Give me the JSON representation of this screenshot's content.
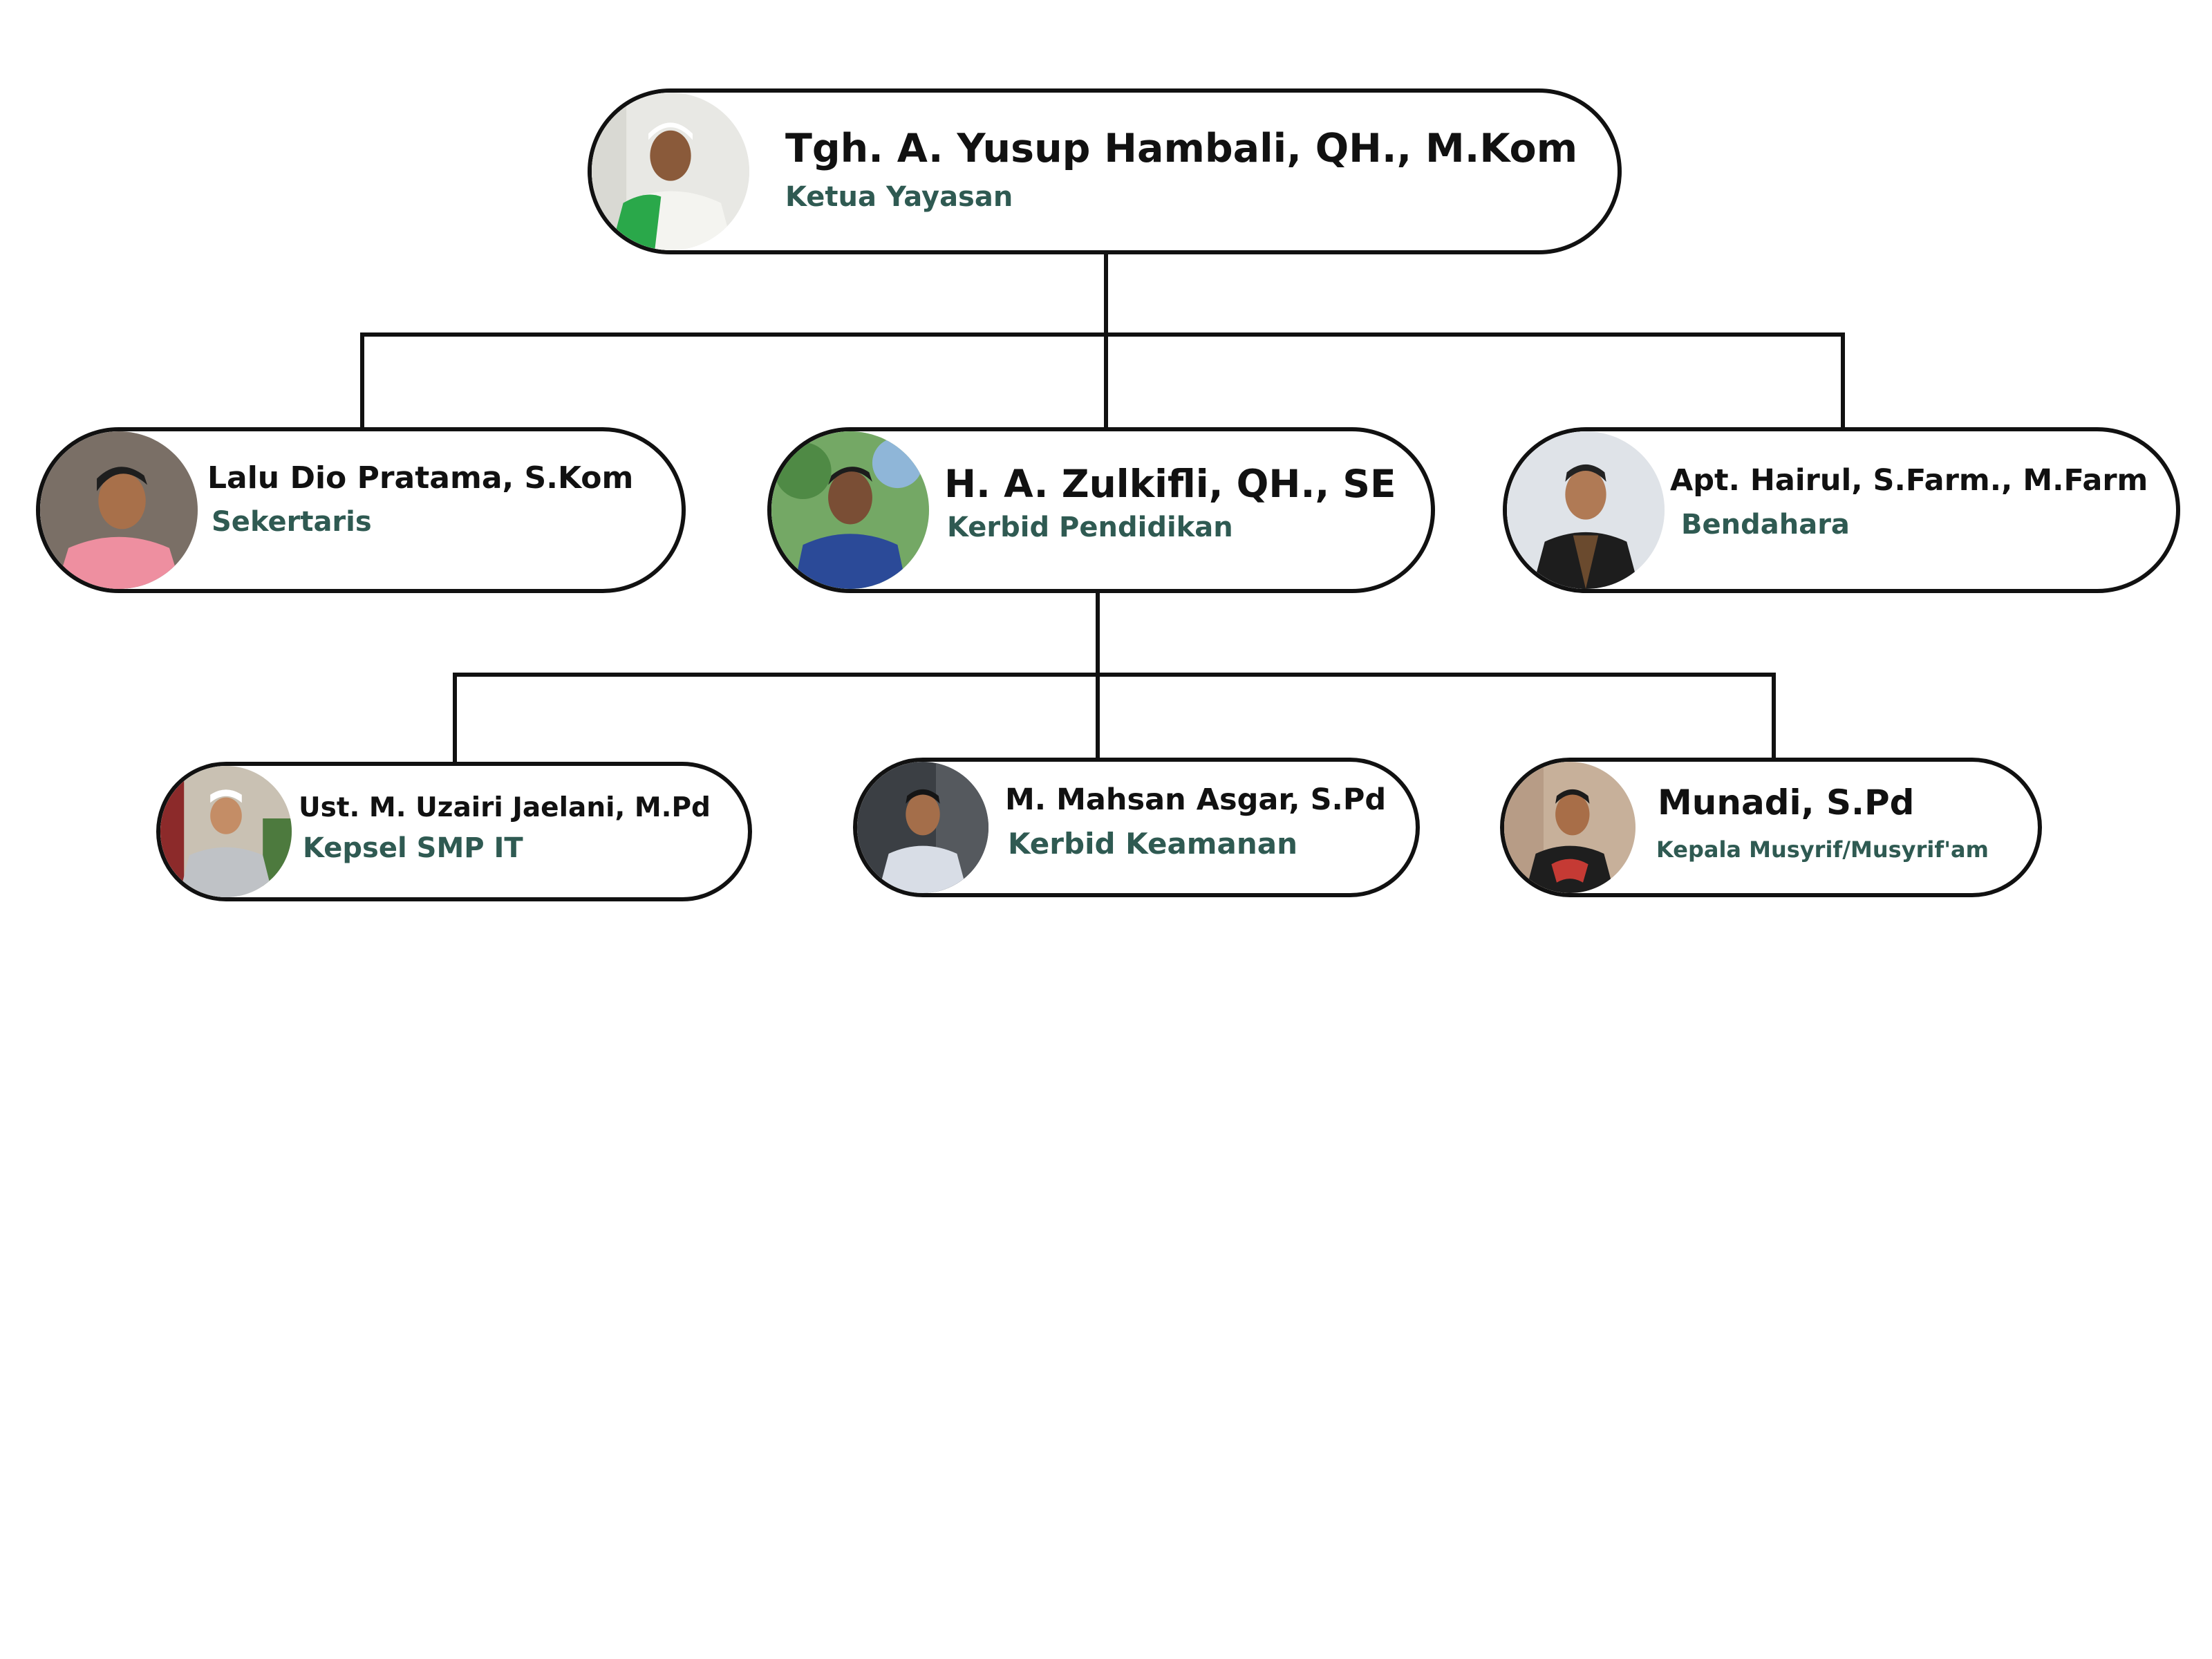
{
  "colors": {
    "line": "#111111",
    "role_text": "#2f5a52",
    "name_text": "#111111"
  },
  "chair": {
    "name": "Tgh. A. Yusup Hambali, QH., M.Kom",
    "role": "Ketua Yayasan"
  },
  "secretary": {
    "name": "Lalu Dio Pratama, S.Kom",
    "role": "Sekertaris"
  },
  "education": {
    "name": "H. A. Zulkifli, QH., SE",
    "role": "Kerbid Pendidikan"
  },
  "treasurer": {
    "name": "Apt. Hairul, S.Farm., M.Farm",
    "role": "Bendahara"
  },
  "principal": {
    "name": "Ust. M. Uzairi Jaelani, M.Pd",
    "role": "Kepsel SMP IT"
  },
  "security": {
    "name": "M. Mahsan Asgar, S.Pd",
    "role": "Kerbid Keamanan"
  },
  "musyrif": {
    "name": "Munadi, S.Pd",
    "role": "Kepala Musyrif/Musyrif'am"
  }
}
